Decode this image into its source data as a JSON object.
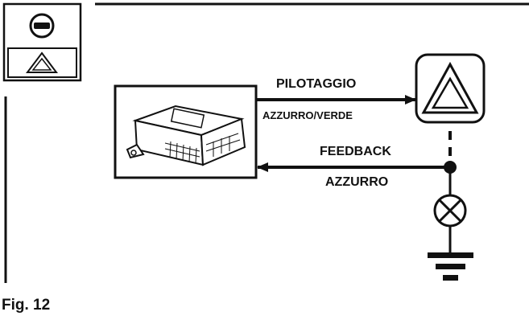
{
  "diagram": {
    "labels": {
      "signal_out": "PILOTAGGIO",
      "wire_out_color": "AZZURRO/VERDE",
      "signal_in": "FEEDBACK",
      "wire_in_color": "AZZURRO"
    },
    "caption": "Fig. 12",
    "icons": {
      "header_top": "minus-circle-icon",
      "header_bottom": "hazard-triangle-icon",
      "hazard_switch": "hazard-triangle-icon",
      "lamp": "lamp-icon",
      "ground": "ground-icon"
    },
    "colors": {
      "ink": "#111111",
      "background": "#ffffff"
    }
  }
}
